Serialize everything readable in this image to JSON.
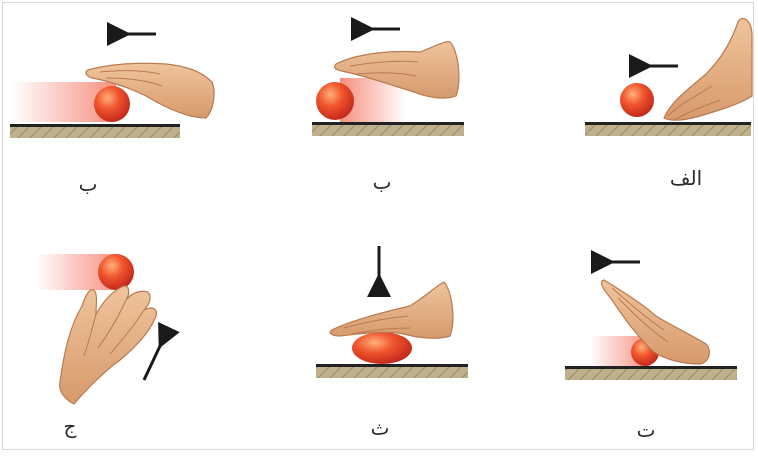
{
  "panels": [
    {
      "id": "alef",
      "label": "الف"
    },
    {
      "id": "be-1",
      "label": "ب"
    },
    {
      "id": "be-2",
      "label": "ب"
    },
    {
      "id": "te",
      "label": "ت"
    },
    {
      "id": "se",
      "label": "ث"
    },
    {
      "id": "jim",
      "label": "ج"
    }
  ],
  "colors": {
    "ball": "#e8452a",
    "ball_highlight": "#ffb07a",
    "motion_trail": "#f26a55",
    "skin": "#e8b48a",
    "skin_shade": "#c98b5e",
    "ground": "#b9ab86",
    "ground_line": "#222222",
    "arrow": "#1a1a1a"
  },
  "icons": [
    "left-arrow-icon",
    "down-arrow-icon",
    "up-arrow-icon",
    "hand-icon",
    "ball-icon"
  ]
}
